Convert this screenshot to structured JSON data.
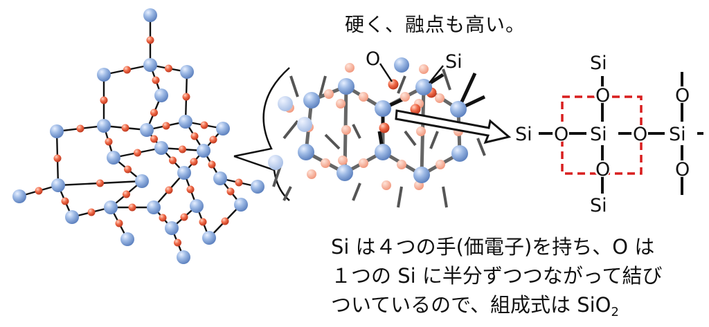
{
  "captions": {
    "top": "硬く、融点も高い。",
    "explain_lines": [
      "Si は４つの手(価電子)を持ち、O は",
      "１つの Si に半分ずつつながって結び"
    ],
    "explain_last_prefix": "ついているので、組成式は SiO",
    "explain_last_subscript": "2"
  },
  "labels": {
    "oxygen": "O",
    "silicon": "Si"
  },
  "formula_diagram": {
    "si": "Si",
    "o": "O"
  },
  "colors": {
    "silicon_atom": "#8eaedc",
    "oxygen_atom": "#e8563a",
    "bond": "#111111",
    "dashed_box": "#d81e1e"
  }
}
